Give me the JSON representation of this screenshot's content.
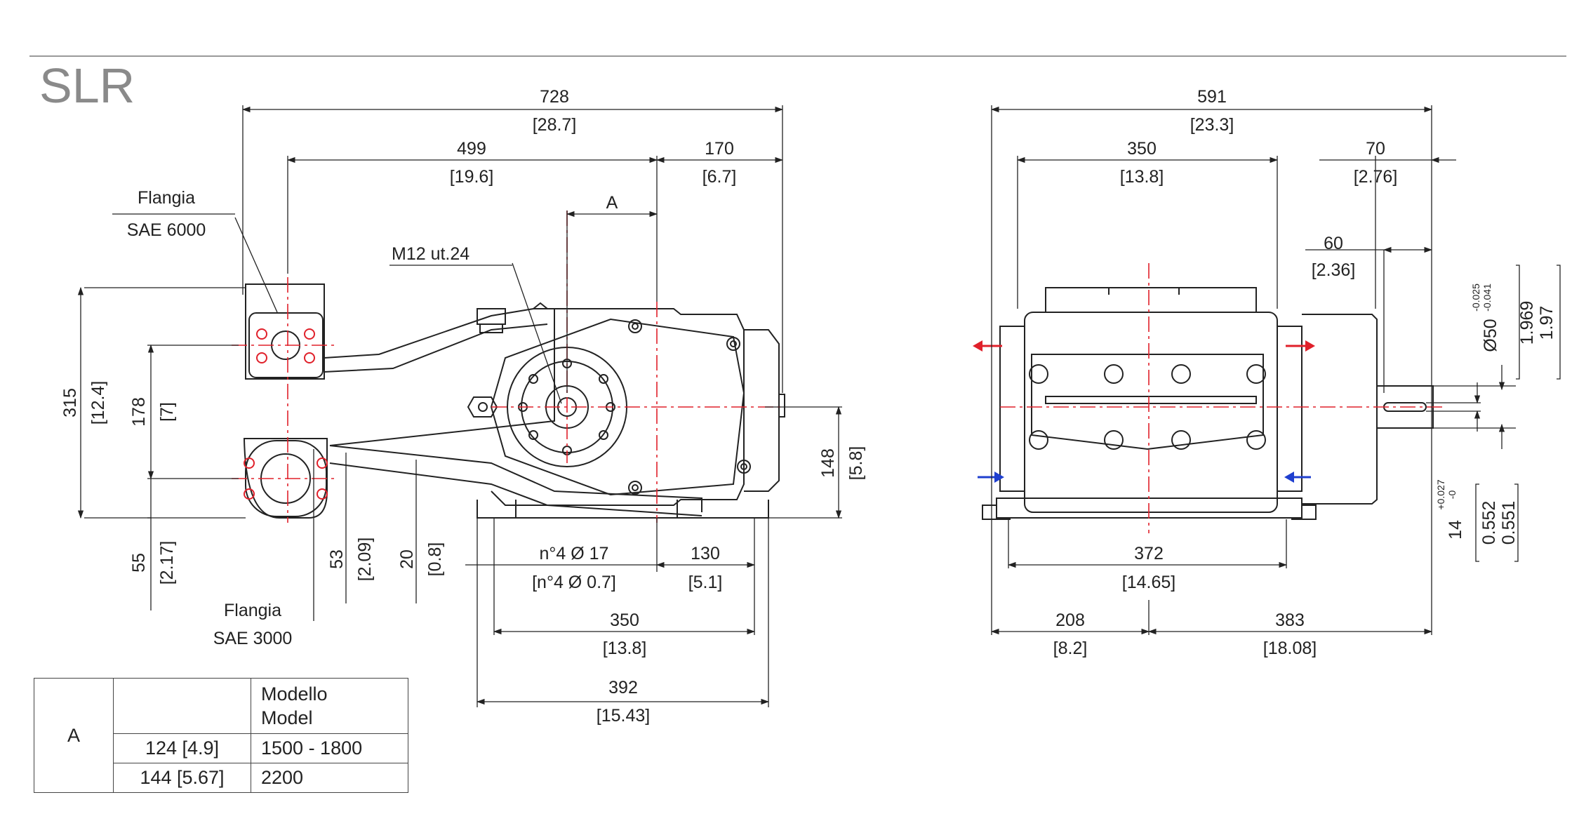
{
  "title": "SLR",
  "callouts": {
    "flange_top": [
      "Flangia",
      "SAE 6000"
    ],
    "flange_bottom": [
      "Flangia",
      "SAE 3000"
    ],
    "thread": "M12 ut.24",
    "dim_a": "A"
  },
  "side_view_dims": {
    "d728": [
      "728",
      "[28.7]"
    ],
    "d499": [
      "499",
      "[19.6]"
    ],
    "d170": [
      "170",
      "[6.7]"
    ],
    "d315": [
      "315",
      "[12.4]"
    ],
    "d178": [
      "178",
      "[7]"
    ],
    "d55": [
      "55",
      "[2.17]"
    ],
    "d53": [
      "53",
      "[2.09]"
    ],
    "d20": [
      "20",
      "[0.8]"
    ],
    "d148": [
      "148",
      "[5.8]"
    ],
    "holes": [
      "n°4 Ø 17",
      "[n°4 Ø 0.7]"
    ],
    "d130": [
      "130",
      "[5.1]"
    ],
    "d350": [
      "350",
      "[13.8]"
    ],
    "d392": [
      "392",
      "[15.43]"
    ]
  },
  "front_view_dims": {
    "d591": [
      "591",
      "[23.3]"
    ],
    "d350": [
      "350",
      "[13.8]"
    ],
    "d70": [
      "70",
      "[2.76]"
    ],
    "d60": [
      "60",
      "[2.36]"
    ],
    "shaft_dia": "Ø50",
    "shaft_tol_upper": "-0.025",
    "shaft_tol_lower": "-0.041",
    "shaft_inch": [
      "1.969",
      "1.97"
    ],
    "key": "14",
    "key_tol_upper": "+0.027",
    "key_tol_lower": "-0",
    "key_inch": [
      "0.552",
      "0.551"
    ],
    "d372": [
      "372",
      "[14.65]"
    ],
    "d208": [
      "208",
      "[8.2]"
    ],
    "d383": [
      "383",
      "[18.08]"
    ]
  },
  "model_table": {
    "row_label": "A",
    "header": [
      "Modello",
      "Model"
    ],
    "rows": [
      {
        "dim": "124  [4.9]",
        "model": "1500 - 1800"
      },
      {
        "dim": "144  [5.67]",
        "model": "2200"
      }
    ]
  },
  "colors": {
    "line": "#222222",
    "centerline": "#e0202a",
    "arrow_out": "#e0202a",
    "arrow_in": "#1f3fcf",
    "title_gray": "#8a8a8a",
    "header_rule": "#9a9a9a"
  }
}
